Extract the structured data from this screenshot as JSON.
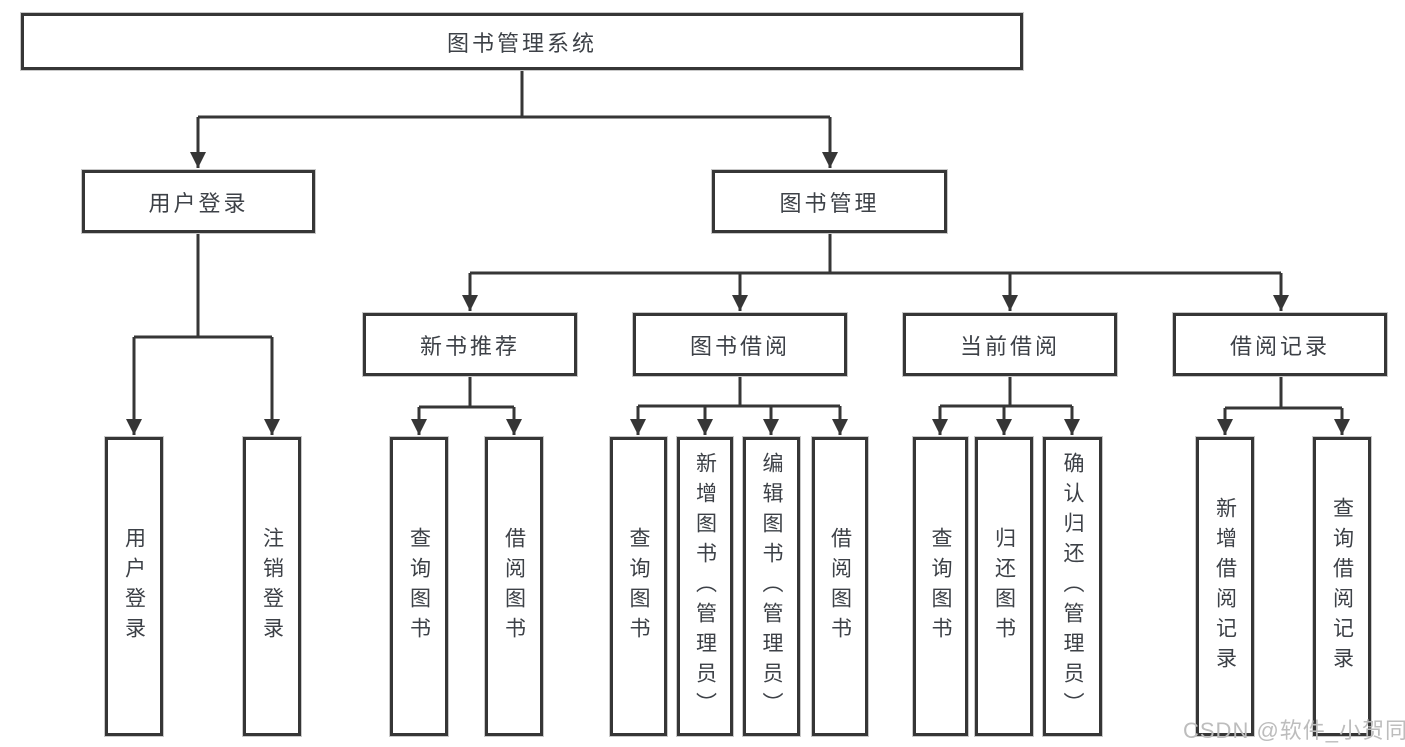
{
  "tree": {
    "root": {
      "label": "图书管理系统",
      "children": [
        {
          "label": "用户登录",
          "children": [
            {
              "label": "用户登录"
            },
            {
              "label": "注销登录"
            }
          ]
        },
        {
          "label": "图书管理",
          "children": [
            {
              "label": "新书推荐",
              "children": [
                {
                  "label": "查询图书"
                },
                {
                  "label": "借阅图书"
                }
              ]
            },
            {
              "label": "图书借阅",
              "children": [
                {
                  "label": "查询图书"
                },
                {
                  "label": "新增图书（管理员）"
                },
                {
                  "label": "编辑图书（管理员）"
                },
                {
                  "label": "借阅图书"
                }
              ]
            },
            {
              "label": "当前借阅",
              "children": [
                {
                  "label": "查询图书"
                },
                {
                  "label": "归还图书"
                },
                {
                  "label": "确认归还（管理员）"
                }
              ]
            },
            {
              "label": "借阅记录",
              "children": [
                {
                  "label": "新增借阅记录"
                },
                {
                  "label": "查询借阅记录"
                }
              ]
            }
          ]
        }
      ]
    }
  },
  "watermark": {
    "text": "CSDN @软件_小贺同学"
  },
  "colors": {
    "line": "#363636",
    "text": "#3d4147",
    "watermark": "#bdbdbd",
    "background": "#ffffff"
  }
}
